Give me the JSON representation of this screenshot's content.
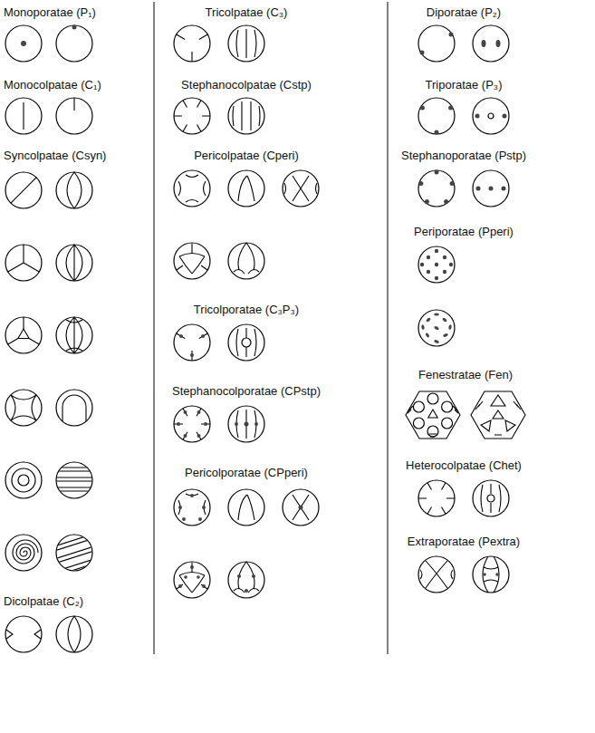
{
  "diagram": {
    "labels": [
      "Monoporatae (P₁)",
      "Monocolpatae (C₁)",
      "Syncolpatae (Csyn)",
      "Dicolpatae (C₂)",
      "Tricolpatae (C₃)",
      "Stephanocolpatae (Cstp)",
      "Pericolpatae (Cperi)",
      "Tricolporatae (C₃P₃)",
      "Stephanocolporatae (CPstp)",
      "Pericolporatae (CPperi)",
      "Diporatae (P₂)",
      "Triporatae (P₃)",
      "Stephanoporatae (Pstp)",
      "Periporatae (Pperi)",
      "Fenestratae (Fen)",
      "Heterocolpatae (Chet)",
      "Extraporatae (Pextra)"
    ]
  }
}
